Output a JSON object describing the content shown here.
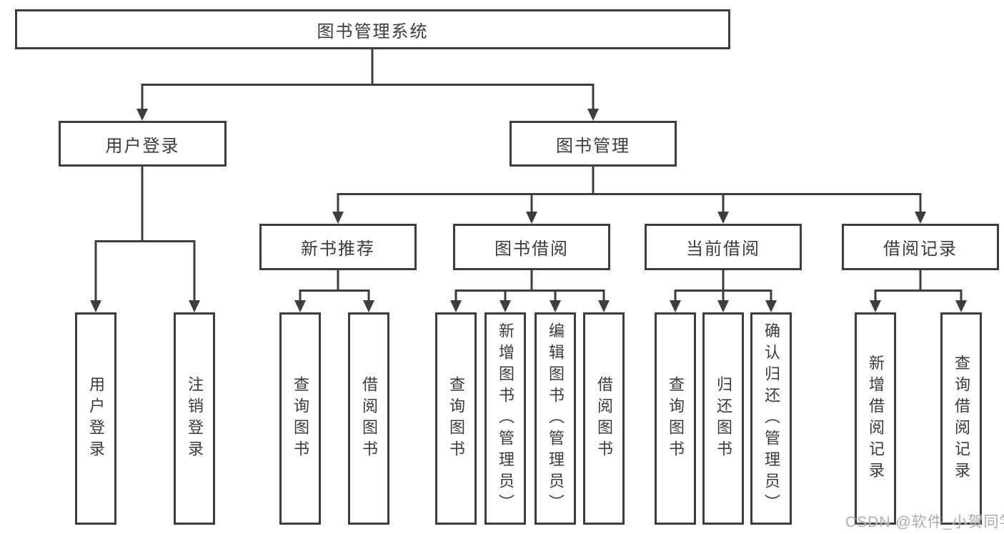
{
  "page": {
    "background": "#ffffff"
  },
  "colors": {
    "line": "#3d3d3d",
    "text": "#3b3b3b",
    "box_fill": "#ffffff",
    "watermark": "#a3a3a3"
  },
  "watermark": {
    "text": "CSDN @软件_小贺同学"
  },
  "tree": {
    "label": "图书管理系统",
    "children": [
      {
        "label": "用户登录",
        "children": [
          {
            "label": "用户登录"
          },
          {
            "label": "注销登录"
          }
        ]
      },
      {
        "label": "图书管理",
        "children": [
          {
            "label": "新书推荐",
            "children": [
              {
                "label": "查询图书"
              },
              {
                "label": "借阅图书"
              }
            ]
          },
          {
            "label": "图书借阅",
            "children": [
              {
                "label": "查询图书"
              },
              {
                "label": "新增图书（管理员）"
              },
              {
                "label": "编辑图书（管理员）"
              },
              {
                "label": "借阅图书"
              }
            ]
          },
          {
            "label": "当前借阅",
            "children": [
              {
                "label": "查询图书"
              },
              {
                "label": "归还图书"
              },
              {
                "label": "确认归还（管理员）"
              }
            ]
          },
          {
            "label": "借阅记录",
            "children": [
              {
                "label": "新增借阅记录"
              },
              {
                "label": "查询借阅记录"
              }
            ]
          }
        ]
      }
    ]
  }
}
